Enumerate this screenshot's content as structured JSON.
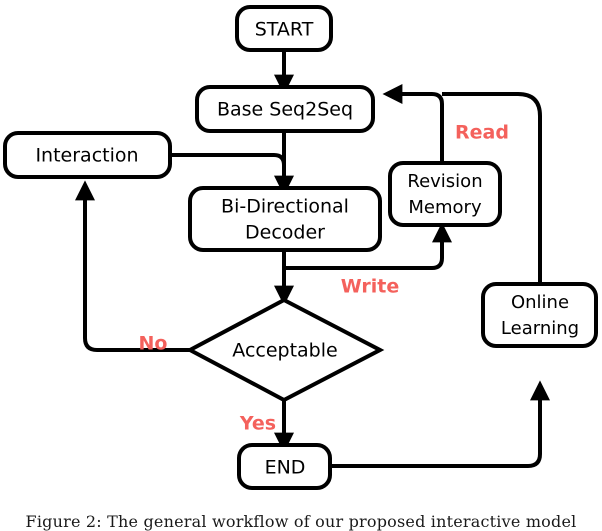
{
  "figure": {
    "caption": "Figure 2:  The general workflow of our proposed interactive model",
    "colors": {
      "stroke": "#000000",
      "fill": "#ffffff",
      "label_red": "#F4615C",
      "text": "#000000"
    }
  },
  "nodes": {
    "start": {
      "label": "START",
      "shape": "rounded-rect"
    },
    "base_seq2seq": {
      "label": "Base Seq2Seq",
      "shape": "rounded-rect"
    },
    "interaction": {
      "label": "Interaction",
      "shape": "rounded-rect"
    },
    "bidirectional_decoder": {
      "label_line1": "Bi-Directional",
      "label_line2": "Decoder",
      "shape": "rounded-rect"
    },
    "revision_memory": {
      "label_line1": "Revision",
      "label_line2": "Memory",
      "shape": "rounded-rect"
    },
    "online_learning": {
      "label_line1": "Online",
      "label_line2": "Learning",
      "shape": "rounded-rect"
    },
    "acceptable": {
      "label": "Acceptable",
      "shape": "diamond"
    },
    "end": {
      "label": "END",
      "shape": "rounded-rect"
    }
  },
  "edge_labels": {
    "read": "Read",
    "write": "Write",
    "no": "No",
    "yes": "Yes"
  }
}
